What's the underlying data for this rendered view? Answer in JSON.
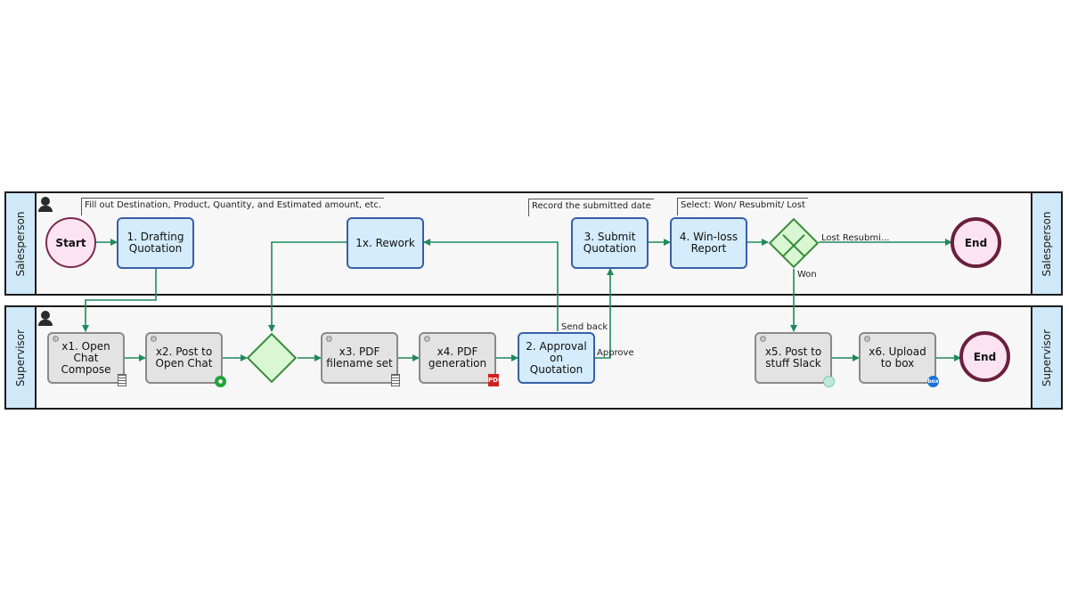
{
  "lanes": {
    "salesperson": "Salesperson",
    "supervisor": "Supervisor"
  },
  "notes": {
    "fill_out": "Fill out Destination, Product, Quantity, and Estimated amount, etc.",
    "record": "Record the submitted date",
    "select": "Select: Won/ Resubmit/ Lost"
  },
  "events": {
    "start": "Start",
    "end_sales": "End",
    "end_supervisor": "End"
  },
  "tasks": {
    "drafting": "1. Drafting Quotation",
    "rework": "1x. Rework",
    "submit": "3. Submit Quotation",
    "winloss": "4. Win-loss Report",
    "open_chat": "x1. Open Chat Compose",
    "post_chat": "x2. Post to Open Chat",
    "pdf_name": "x3. PDF filename set",
    "pdf_gen": "x4. PDF generation",
    "approval": "2. Approval on Quotation",
    "post_slack": "x5. Post to stuff Slack",
    "upload_box": "x6. Upload to box"
  },
  "flow_labels": {
    "lost_resubmit": "Lost Resubmi...",
    "won": "Won",
    "send_back": "Send back",
    "approve": "Approve"
  },
  "icons": {
    "box_badge": "box",
    "pdf_badge": "PDF"
  },
  "colors": {
    "flow": "#1f8a5a",
    "human_task": "#d4ecfb",
    "auto_task": "#e3e3e3",
    "gateway": "#d8f7d2",
    "event": "#fce3f2"
  }
}
